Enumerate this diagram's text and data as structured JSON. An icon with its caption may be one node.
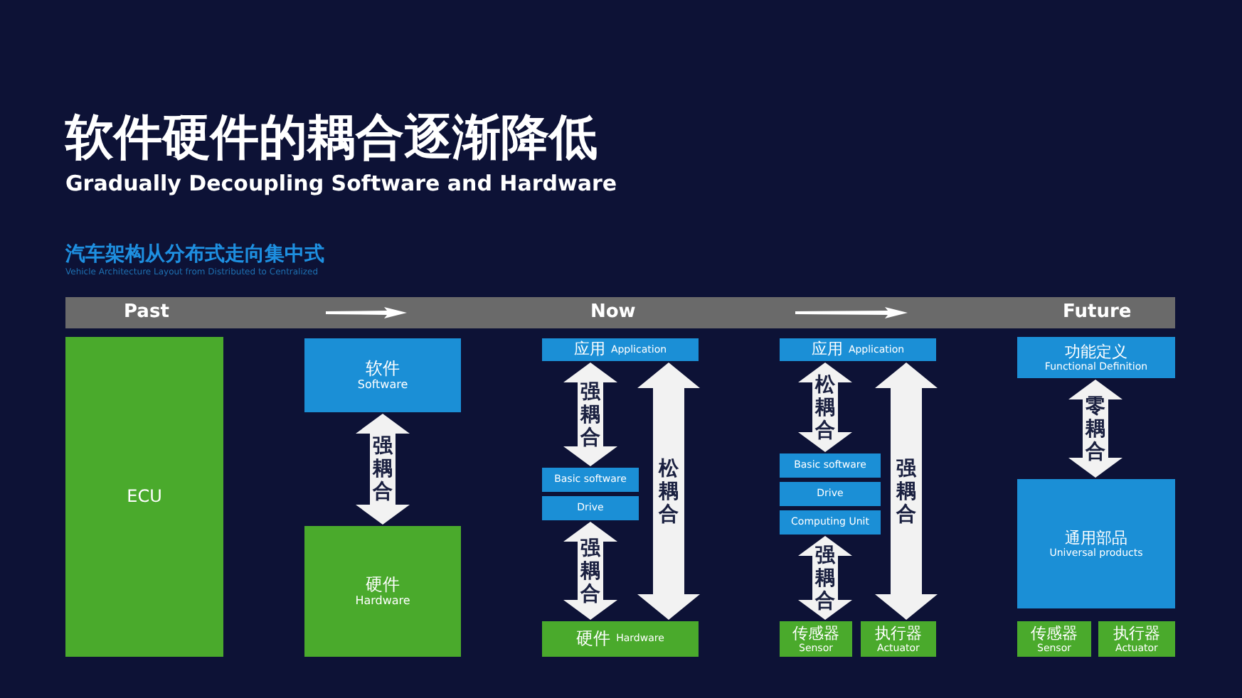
{
  "diagram": {
    "title": "软件硬件的耦合逐渐降低",
    "nodes": [
      {
        "text": [
          "ECU"
        ]
      },
      {
        "text": [
          "软件",
          "Software"
        ]
      },
      {
        "text": [
          "硬件",
          "Hardware"
        ]
      },
      {
        "text": [
          "应用",
          "Application"
        ]
      },
      {
        "text": [
          "Basic software"
        ]
      },
      {
        "text": [
          "Drive"
        ]
      },
      {
        "text": [
          "硬件",
          "Hardware"
        ]
      },
      {
        "text": [
          "应用",
          "Application"
        ]
      },
      {
        "text": [
          "Basic software"
        ]
      },
      {
        "text": [
          "Drive"
        ]
      },
      {
        "text": [
          "Computing Unit"
        ]
      },
      {
        "text": [
          "传感器",
          "Sensor"
        ]
      },
      {
        "text": [
          "执行器",
          "Actuator"
        ]
      },
      {
        "text": [
          "功能定义",
          "Functional Definition"
        ]
      },
      {
        "text": [
          "通用部品",
          "Universal products"
        ]
      },
      {
        "text": [
          "传感器",
          "Sensor"
        ]
      },
      {
        "text": [
          "执行器",
          "Actuator"
        ]
      }
    ],
    "edges": [
      {
        "from": 1,
        "to": 2,
        "arrow": "both",
        "label": "强耦合"
      },
      {
        "from": 3,
        "to": 4,
        "arrow": "both",
        "label": "强耦合"
      },
      {
        "from": 5,
        "to": 6,
        "arrow": "both",
        "label": "强耦合"
      },
      {
        "from": 3,
        "to": 6,
        "arrow": "both",
        "label": "松耦合"
      },
      {
        "from": 7,
        "to": 8,
        "arrow": "both",
        "label": "松耦合"
      },
      {
        "from": 10,
        "to": 11,
        "arrow": "both",
        "label": "强耦合"
      },
      {
        "from": 7,
        "to": 12,
        "arrow": "both",
        "label": "强耦合"
      },
      {
        "from": 13,
        "to": 14,
        "arrow": "both",
        "label": "零耦合"
      }
    ],
    "labels": [
      "Gradually Decoupling Software and Hardware",
      "汽车架构从分布式走向集中式",
      "Vehicle Architecture Layout from Distributed to Centralized",
      "Past",
      "Now",
      "Future"
    ]
  }
}
